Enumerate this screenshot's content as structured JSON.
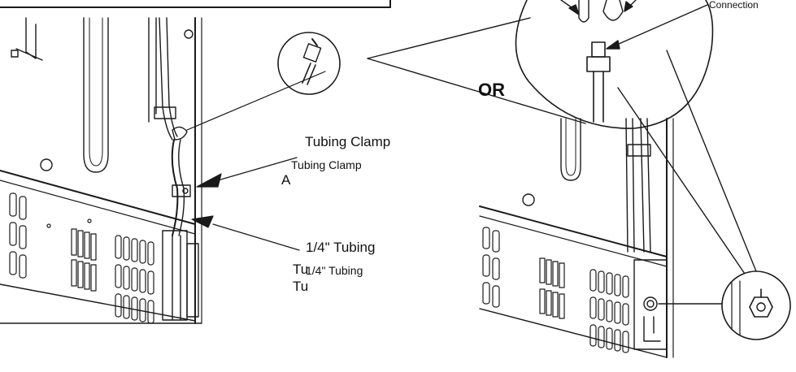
{
  "labels": {
    "connection": "Connection",
    "or": "OR",
    "tubing_clamp": "Tubing Clamp",
    "tubing_clamp_overlay": "Tubing Clamp",
    "letter_a": "A",
    "quarter_tubing": "1/4\" Tubing",
    "quarter_tubing_overlay": "1/4\" Tubing",
    "tu_1": "Tu",
    "tu_2": "Tu"
  },
  "colors": {
    "line": "#1a1a1a",
    "fill": "#ffffff",
    "shade": "#d9d9d9"
  }
}
